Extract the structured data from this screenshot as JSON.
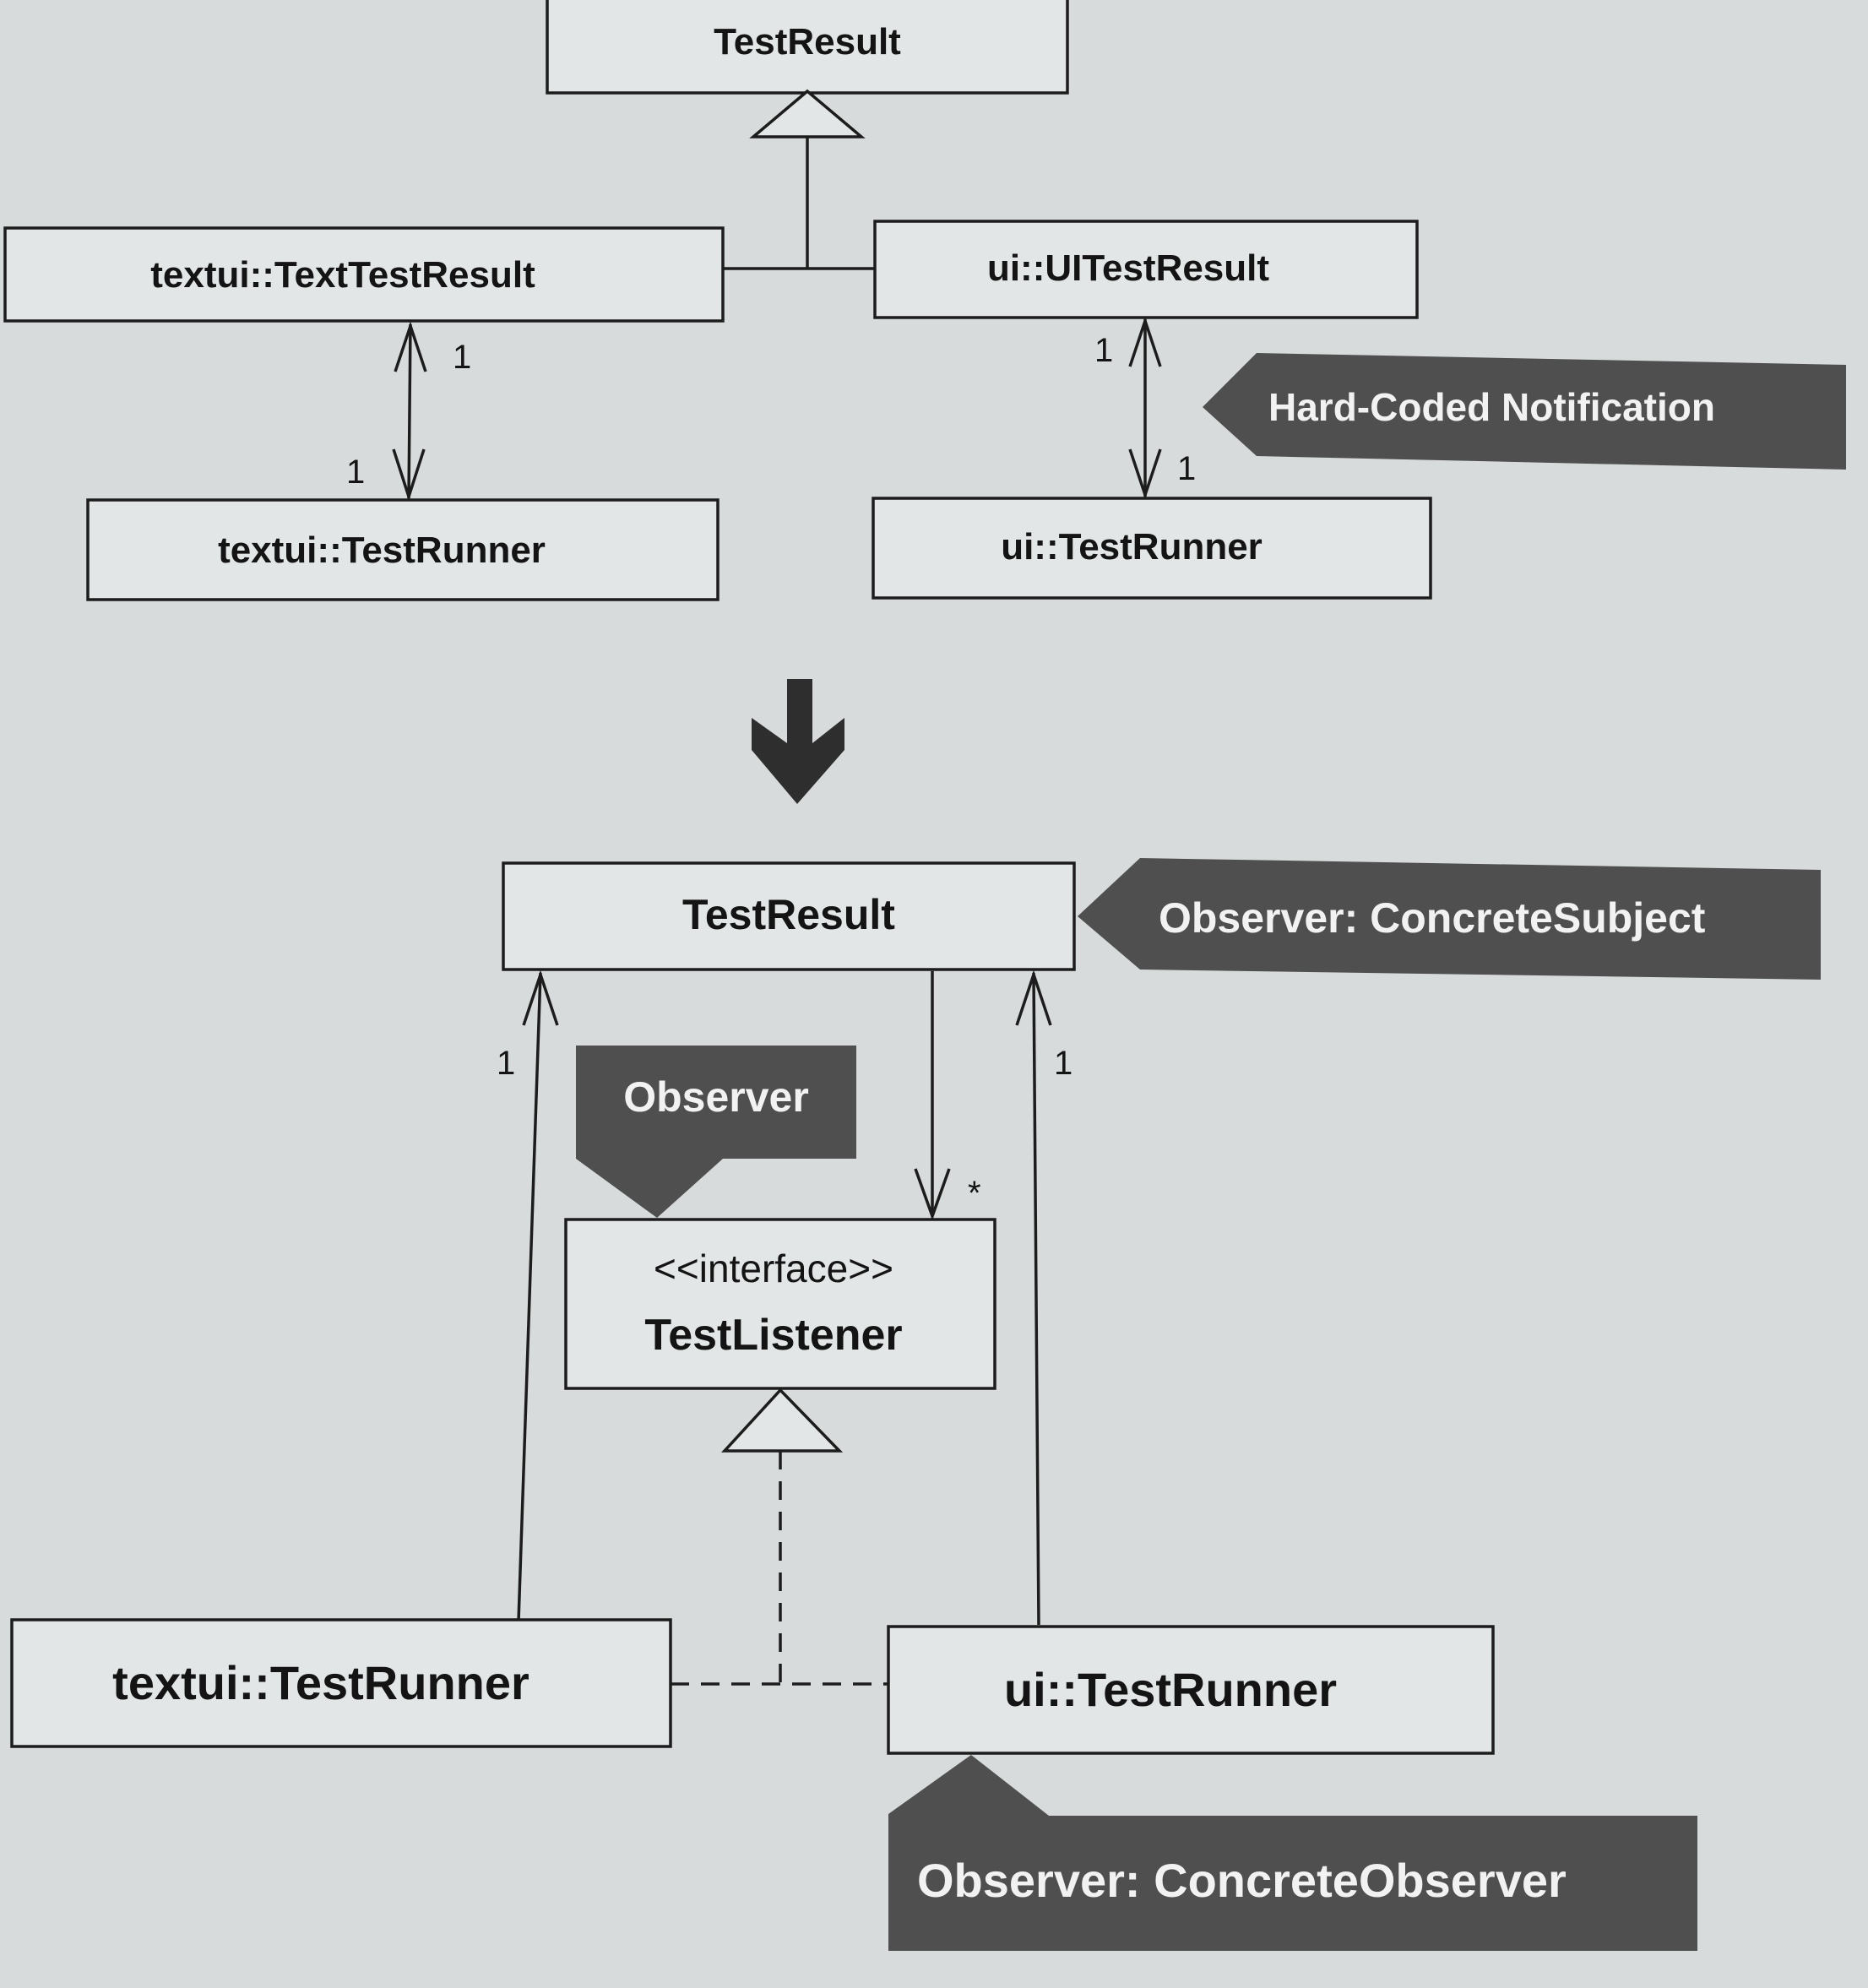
{
  "before": {
    "classes": {
      "test_result": "TestResult",
      "text_test_result": "textui::TextTestResult",
      "ui_test_result": "ui::UITestResult",
      "text_test_runner": "textui::TestRunner",
      "ui_test_runner": "ui::TestRunner"
    },
    "multiplicities": {
      "text_result_end": "1",
      "text_runner_end": "1",
      "ui_result_end": "1",
      "ui_runner_end": "1"
    },
    "note": "Hard-Coded Notification"
  },
  "after": {
    "classes": {
      "test_result": "TestResult",
      "listener_stereotype": "<<interface>>",
      "listener_name": "TestListener",
      "text_test_runner": "textui::TestRunner",
      "ui_test_runner": "ui::TestRunner"
    },
    "multiplicities": {
      "left_one": "1",
      "right_one": "1",
      "listeners_many": "*"
    },
    "notes": {
      "concrete_subject": "Observer: ConcreteSubject",
      "observer": "Observer",
      "concrete_observer": "Observer: ConcreteObserver"
    }
  },
  "colors": {
    "background": "#d8dbdb",
    "box_fill": "#e3e6e6",
    "ink": "#1c1c1c",
    "note_fill": "#4f4f4f",
    "note_text": "#f2f2f2"
  }
}
